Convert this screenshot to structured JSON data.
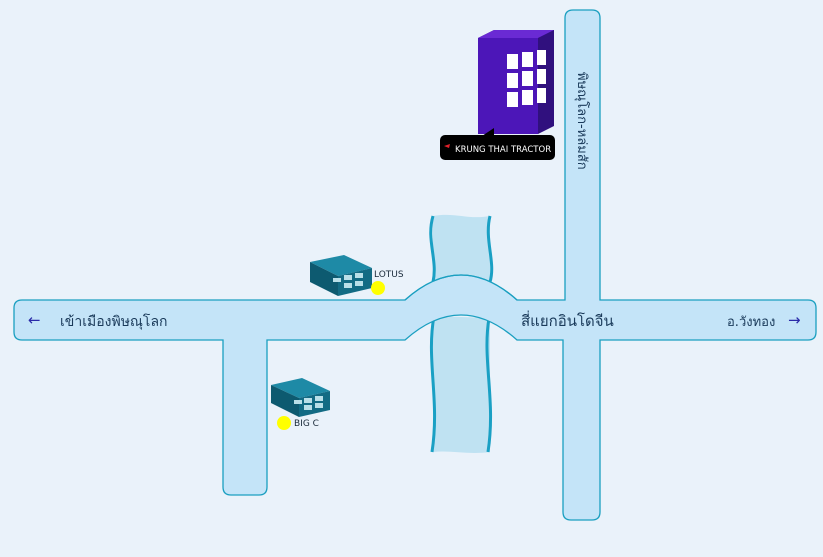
{
  "labels": {
    "to_phitsanulok": "เข้าเมืองพิษณุโลก",
    "intersection": "สี่แยกอินโดจีน",
    "to_wang_thong": "อ.วังทอง",
    "vertical_road": "พิษณุโลก-หล่มสัก",
    "arrow_left": "←",
    "arrow_right": "→"
  },
  "landmarks": {
    "krung_thai_tractor": "KRUNG THAI TRACTOR",
    "lotus": "LOTUS",
    "big_c": "BIG C"
  },
  "colors": {
    "road_fill": "#c4e4f8",
    "road_stroke": "#1a9fc0",
    "river_fill": "#bfe2f2",
    "river_edge": "#1aa0c4",
    "building_purple": "#4a14b4",
    "building_teal": "#136b84",
    "marker_yellow": "#ffff00",
    "tooltip_bg": "#000000",
    "tooltip_pin": "#e0202a",
    "arrow": "#2a2aa8"
  },
  "icons": {
    "office_tower": "tower-building-icon",
    "store": "store-building-icon",
    "location_marker": "marker-dot-icon"
  }
}
